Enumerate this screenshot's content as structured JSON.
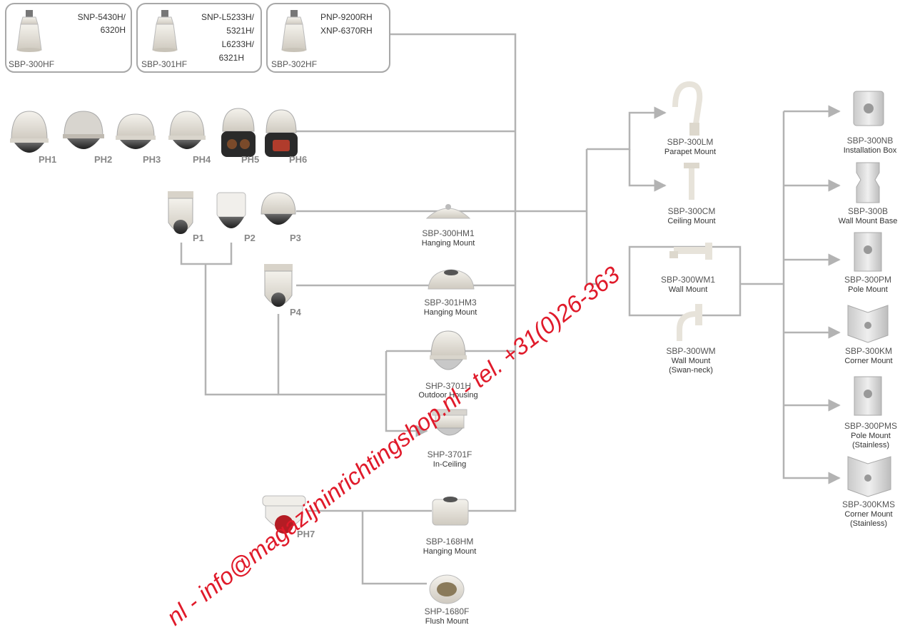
{
  "bracket_groups": [
    {
      "code": "SBP-300HF",
      "models": [
        "SNP-5430H/",
        "6320H"
      ]
    },
    {
      "code": "SBP-301HF",
      "models": [
        "SNP-L5233H/",
        "5321H/",
        "L6233H/",
        "6321H"
      ]
    },
    {
      "code": "SBP-302HF",
      "models": [
        "PNP-9200RH",
        "XNP-6370RH"
      ]
    }
  ],
  "cameras": {
    "ph": [
      "PH1",
      "PH2",
      "PH3",
      "PH4",
      "PH5",
      "PH6"
    ],
    "p": [
      "P1",
      "P2",
      "P3",
      "P4"
    ],
    "ph7": "PH7"
  },
  "mounts": {
    "hm1": {
      "code": "SBP-300HM1",
      "name": "Hanging Mount"
    },
    "hm3": {
      "code": "SBP-301HM3",
      "name": "Hanging Mount"
    },
    "housing": {
      "code": "SHP-3701H",
      "name": "Outdoor Housing"
    },
    "inceiling": {
      "code": "SHP-3701F",
      "name": "In-Ceiling"
    },
    "hm168": {
      "code": "SBP-168HM",
      "name": "Hanging Mount"
    },
    "flush": {
      "code": "SHP-1680F",
      "name": "Flush Mount"
    },
    "parapet": {
      "code": "SBP-300LM",
      "name": "Parapet Mount"
    },
    "ceiling": {
      "code": "SBP-300CM",
      "name": "Ceiling Mount"
    },
    "wm1": {
      "code": "SBP-300WM1",
      "name": "Wall Mount"
    },
    "wm": {
      "code": "SBP-300WM",
      "name": "Wall Mount",
      "name2": "(Swan-neck)"
    }
  },
  "accessories": [
    {
      "code": "SBP-300NB",
      "name": "Installation Box"
    },
    {
      "code": "SBP-300B",
      "name": "Wall Mount Base"
    },
    {
      "code": "SBP-300PM",
      "name": "Pole Mount"
    },
    {
      "code": "SBP-300KM",
      "name": "Corner Mount"
    },
    {
      "code": "SBP-300PMS",
      "name": "Pole Mount",
      "name2": "(Stainless)"
    },
    {
      "code": "SBP-300KMS",
      "name": "Corner Mount",
      "name2": "(Stainless)"
    }
  ],
  "watermark": "nl - info@magazijninrichtingshop.nl - tel. +31(0)26-363",
  "colors": {
    "line": "#b3b3b3",
    "watermark": "#e01a2a"
  }
}
